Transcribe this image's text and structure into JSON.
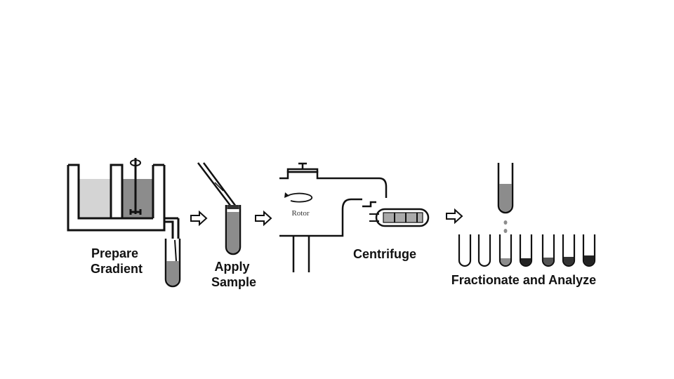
{
  "steps": {
    "prepare_gradient": [
      "Prepare",
      "Gradient"
    ],
    "apply_sample": [
      "Apply",
      "Sample"
    ],
    "centrifuge": "Centrifuge",
    "rotor": "Rotor",
    "fractionate": "Fractionate and Analyze"
  }
}
